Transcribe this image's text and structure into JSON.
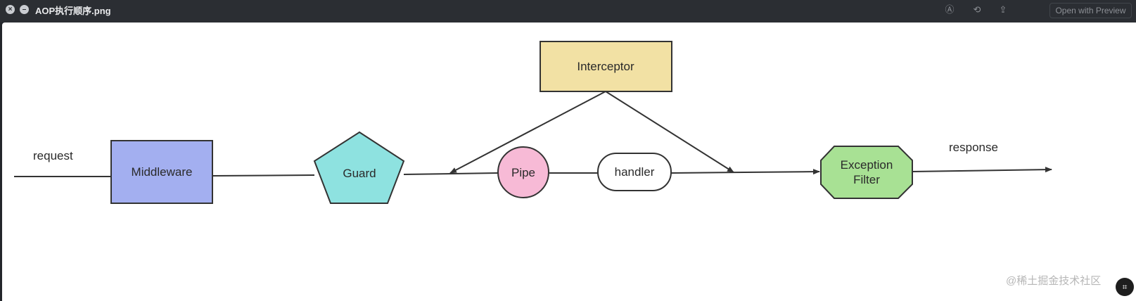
{
  "window": {
    "title": "AOP执行顺序.png",
    "open_with": "Open with Preview",
    "icons": [
      "close-icon",
      "minimize-icon",
      "markup-icon",
      "rotate-icon",
      "share-icon"
    ]
  },
  "diagram": {
    "labels": {
      "request": "request",
      "response": "response"
    },
    "nodes": {
      "middleware": "Middleware",
      "guard": "Guard",
      "interceptor": "Interceptor",
      "pipe": "Pipe",
      "handler": "handler",
      "exception_filter_line1": "Exception",
      "exception_filter_line2": "Filter"
    },
    "colors": {
      "middleware": "#a3aff0",
      "guard": "#8ee2e0",
      "interceptor": "#f2e1a4",
      "pipe": "#f7bad6",
      "handler": "#ffffff",
      "exception_filter": "#a8e194",
      "stroke": "#333333"
    }
  },
  "watermark": {
    "text": "@稀土掘金技术社区"
  }
}
